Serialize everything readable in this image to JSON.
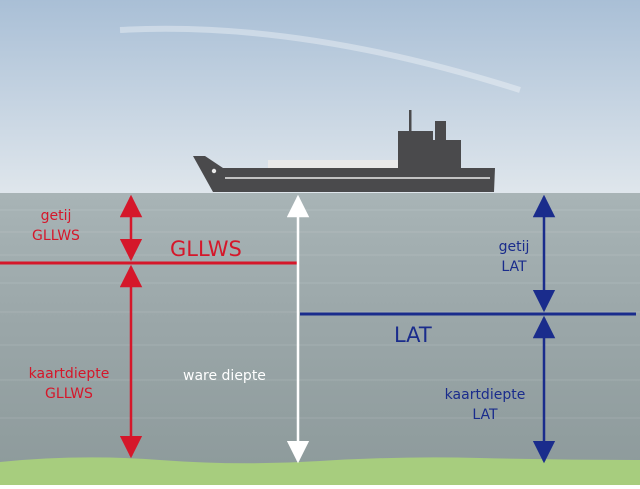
{
  "labels": {
    "tide_gllws": [
      "getij",
      "GLLWS"
    ],
    "gllws_level": "GLLWS",
    "chart_depth_gllws": [
      "kaartdiepte",
      "GLLWS"
    ],
    "true_depth": "ware diepte",
    "tide_lat": [
      "getij",
      "LAT"
    ],
    "lat_level": "LAT",
    "chart_depth_lat": [
      "kaartdiepte",
      "LAT"
    ]
  },
  "colors": {
    "gllws": "#d5172a",
    "lat": "#1a2c8c",
    "true_depth": "#ffffff",
    "sky_top": "#a9bfd6",
    "sky_bottom": "#dfe6ec",
    "water_top": "#a8b4b6",
    "water_bottom": "#8e9b9c",
    "seabed": "#a7cd7e",
    "ship": "#4a4a4c"
  }
}
